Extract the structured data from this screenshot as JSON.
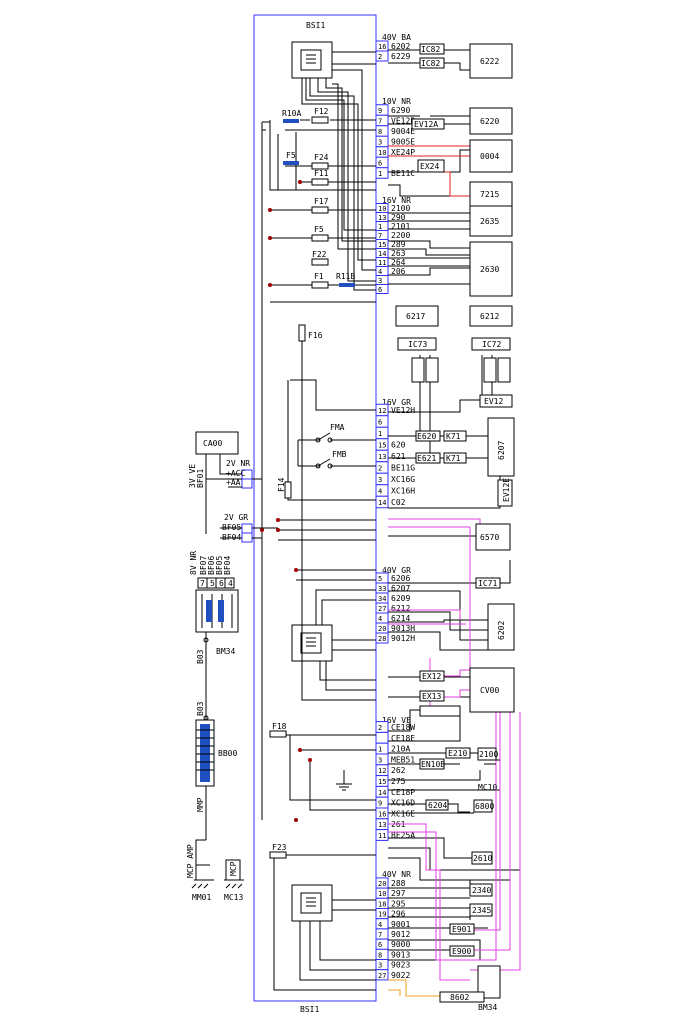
{
  "bsi_top_label": "BSI1",
  "bsi_bottom_label": "BSI1",
  "connectors": [
    {
      "label": "40V BA",
      "pins": [
        {
          "n": "16",
          "w": "6202"
        },
        {
          "n": "2",
          "w": "6229"
        }
      ]
    },
    {
      "label": "10V NR",
      "pins": [
        {
          "n": "9",
          "w": "6290"
        },
        {
          "n": "7",
          "w": "VE12P"
        },
        {
          "n": "8",
          "w": "9004E"
        },
        {
          "n": "3",
          "w": "9005E"
        },
        {
          "n": "10",
          "w": "XE24P"
        },
        {
          "n": "6",
          "w": ""
        },
        {
          "n": "1",
          "w": "BE11C"
        }
      ]
    },
    {
      "label": "16V NR",
      "pins": [
        {
          "n": "10",
          "w": "2100"
        },
        {
          "n": "13",
          "w": "290"
        },
        {
          "n": "1",
          "w": "2101"
        },
        {
          "n": "7",
          "w": "2200"
        },
        {
          "n": "15",
          "w": "289"
        },
        {
          "n": "14",
          "w": "263"
        },
        {
          "n": "11",
          "w": "264"
        },
        {
          "n": "4",
          "w": "206"
        },
        {
          "n": "3",
          "w": ""
        },
        {
          "n": "6",
          "w": ""
        }
      ]
    },
    {
      "label": "16V GR",
      "pins": [
        {
          "n": "12",
          "w": "VE12H"
        },
        {
          "n": "6",
          "w": ""
        },
        {
          "n": "1",
          "w": ""
        },
        {
          "n": "15",
          "w": "620"
        },
        {
          "n": "13",
          "w": "621"
        },
        {
          "n": "2",
          "w": "BE11G"
        },
        {
          "n": "3",
          "w": "XC16G"
        },
        {
          "n": "4",
          "w": "XC16H"
        },
        {
          "n": "14",
          "w": "C02"
        }
      ]
    },
    {
      "label": "40V GR",
      "pins": [
        {
          "n": "5",
          "w": "6206"
        },
        {
          "n": "33",
          "w": "6207"
        },
        {
          "n": "34",
          "w": "6209"
        },
        {
          "n": "27",
          "w": "6212"
        },
        {
          "n": "4",
          "w": "6214"
        },
        {
          "n": "20",
          "w": "9013H"
        },
        {
          "n": "28",
          "w": "9012H"
        }
      ]
    },
    {
      "label": "16V VE",
      "pins": [
        {
          "n": "2",
          "w": "CE18W"
        },
        {
          "n": "",
          "w": "CE18E"
        },
        {
          "n": "1",
          "w": "210A"
        },
        {
          "n": "3",
          "w": "MEB51"
        },
        {
          "n": "12",
          "w": "262"
        },
        {
          "n": "15",
          "w": "275"
        },
        {
          "n": "14",
          "w": "CE18P"
        },
        {
          "n": "9",
          "w": "XC16D"
        },
        {
          "n": "16",
          "w": "XC16E"
        },
        {
          "n": "13",
          "w": "261"
        },
        {
          "n": "11",
          "w": "BE25A"
        }
      ]
    },
    {
      "label": "40V NR",
      "pins": [
        {
          "n": "20",
          "w": "288"
        },
        {
          "n": "10",
          "w": "297"
        },
        {
          "n": "18",
          "w": "295"
        },
        {
          "n": "19",
          "w": "296"
        },
        {
          "n": "4",
          "w": "9001"
        },
        {
          "n": "7",
          "w": "9012"
        },
        {
          "n": "6",
          "w": "9000"
        },
        {
          "n": "8",
          "w": "9013"
        },
        {
          "n": "3",
          "w": "9023"
        },
        {
          "n": "27",
          "w": "9022"
        }
      ]
    }
  ],
  "fuses": [
    "R10A",
    "F12",
    "F5",
    "F24",
    "F11",
    "F17",
    "F5",
    "F22",
    "F1",
    "R11B",
    "F16",
    "F14",
    "F18",
    "F23"
  ],
  "relay_labels": [
    "FMA",
    "FMB"
  ],
  "components": {
    "c6222": "6222",
    "c6220": "6220",
    "c0004": "0004",
    "c7215": "7215",
    "c2635": "2635",
    "c2630": "2630",
    "c6217": "6217",
    "c6212": "6212",
    "ic73": "IC73",
    "ic72": "IC72",
    "ev12": "EV12",
    "c6207": "6207",
    "c6570": "6570",
    "c6202": "6202",
    "cv00": "CV00",
    "ca00": "CA00",
    "bb00": "BB00",
    "bm34": "BM34",
    "bm34b": "BM34",
    "mm01": "MM01",
    "mc13": "MC13",
    "c8602": "8602",
    "c2340": "2340",
    "c2345": "2345",
    "e210": "E210",
    "e2100": "2100",
    "mc10": "MC10",
    "c2610": "2610",
    "c6204": "6204",
    "c6800": "6800"
  },
  "inline_boxes": [
    "IC82",
    "IC82",
    "EV12A",
    "EX24",
    "E620",
    "K71",
    "E621",
    "K71",
    "IC71",
    "EX12",
    "EX13",
    "EN10B",
    "E901",
    "E900",
    "EV12E"
  ],
  "left_side": {
    "ca00_v": "3V VE",
    "ca00_w": "BF01",
    "ca00_pin_v": "2V NR",
    "ca00_pins": [
      "+ACC",
      "+AA"
    ],
    "bf_label": "2V GR",
    "bf_wires": [
      "BF05",
      "BF04"
    ],
    "bm34_v": "8V NR",
    "bm34_pins": [
      "7",
      "5",
      "6",
      "4"
    ],
    "bm34_wires": [
      "BF07",
      "BF06",
      "BF05",
      "BF04"
    ],
    "b03": "B03",
    "b03b": "B03",
    "mmp": "MMP",
    "mcp": "MCP",
    "mcp_amp": "MCP AMP"
  }
}
